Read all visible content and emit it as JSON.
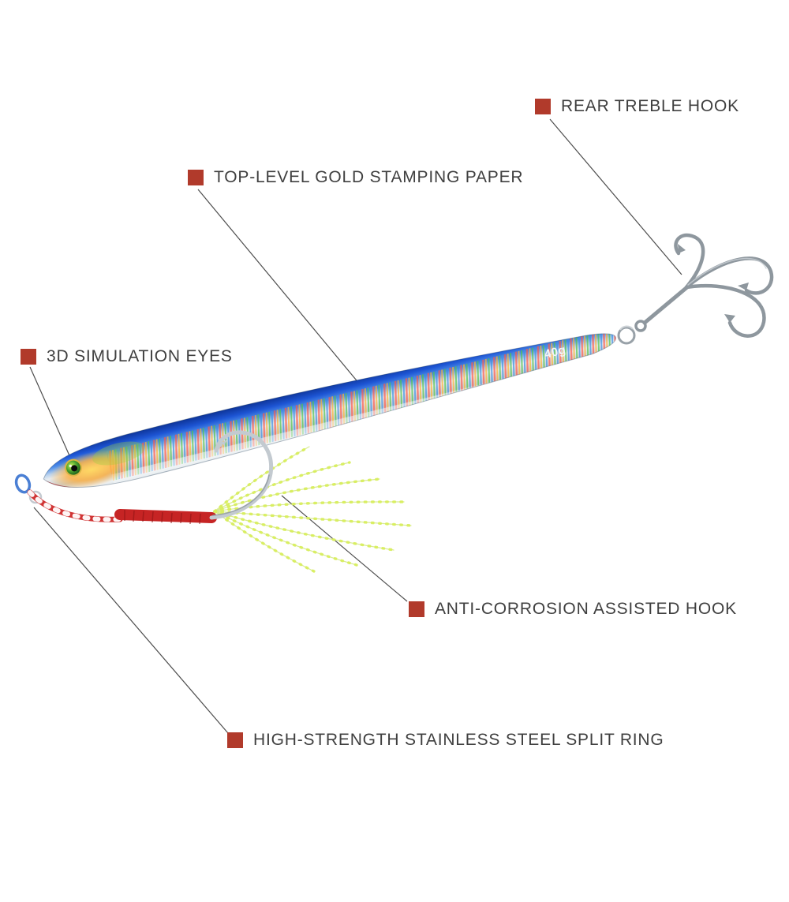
{
  "product": {
    "weight_label": "40g"
  },
  "annotations": [
    {
      "id": "rear-treble-hook",
      "label": "REAR TREBLE HOOK"
    },
    {
      "id": "gold-stamping-paper",
      "label": "TOP-LEVEL GOLD STAMPING PAPER"
    },
    {
      "id": "simulation-eyes",
      "label": "3D SIMULATION EYES"
    },
    {
      "id": "assisted-hook",
      "label": "ANTI-CORROSION ASSISTED HOOK"
    },
    {
      "id": "split-ring",
      "label": "HIGH-STRENGTH STAINLESS STEEL SPLIT RING"
    }
  ],
  "colors": {
    "background": "#ffffff",
    "marker": "#b13a2b",
    "label_text": "#3f3f3f",
    "callout_line": "#4d4d4d",
    "lure_blue": "#1d55d4",
    "lure_silver": "#e8edf1",
    "eye_green": "#49a12e",
    "thread_red": "#c62424",
    "feather_chartreuse": "#d9ef5f",
    "hook_steel": "#8e979e"
  }
}
